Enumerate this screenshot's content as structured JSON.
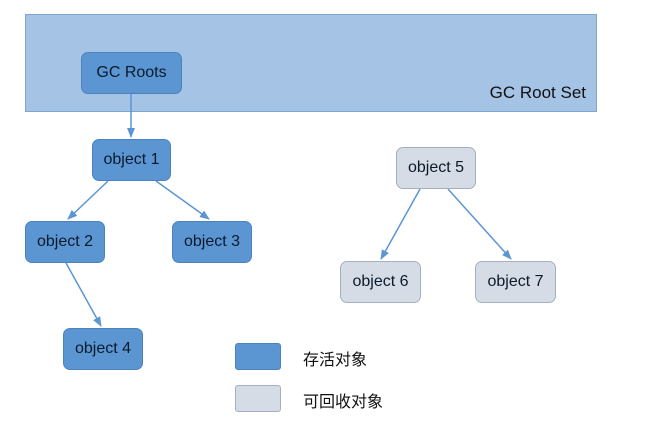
{
  "root_set": {
    "label": "GC Root Set"
  },
  "nodes": {
    "gc_roots": "GC Roots",
    "object1": "object 1",
    "object2": "object 2",
    "object3": "object 3",
    "object4": "object 4",
    "object5": "object 5",
    "object6": "object 6",
    "object7": "object 7"
  },
  "edges": [
    [
      "gc_roots",
      "object1"
    ],
    [
      "object1",
      "object2"
    ],
    [
      "object1",
      "object3"
    ],
    [
      "object2",
      "object4"
    ],
    [
      "object5",
      "object6"
    ],
    [
      "object5",
      "object7"
    ]
  ],
  "legend": {
    "live_label": "存活对象",
    "dead_label": "可回收对象"
  },
  "colors": {
    "live_fill": "#5b96d3",
    "dead_fill": "#d6dce6",
    "root_set_fill": "#a4c3e5",
    "edge": "#5b96d3"
  }
}
